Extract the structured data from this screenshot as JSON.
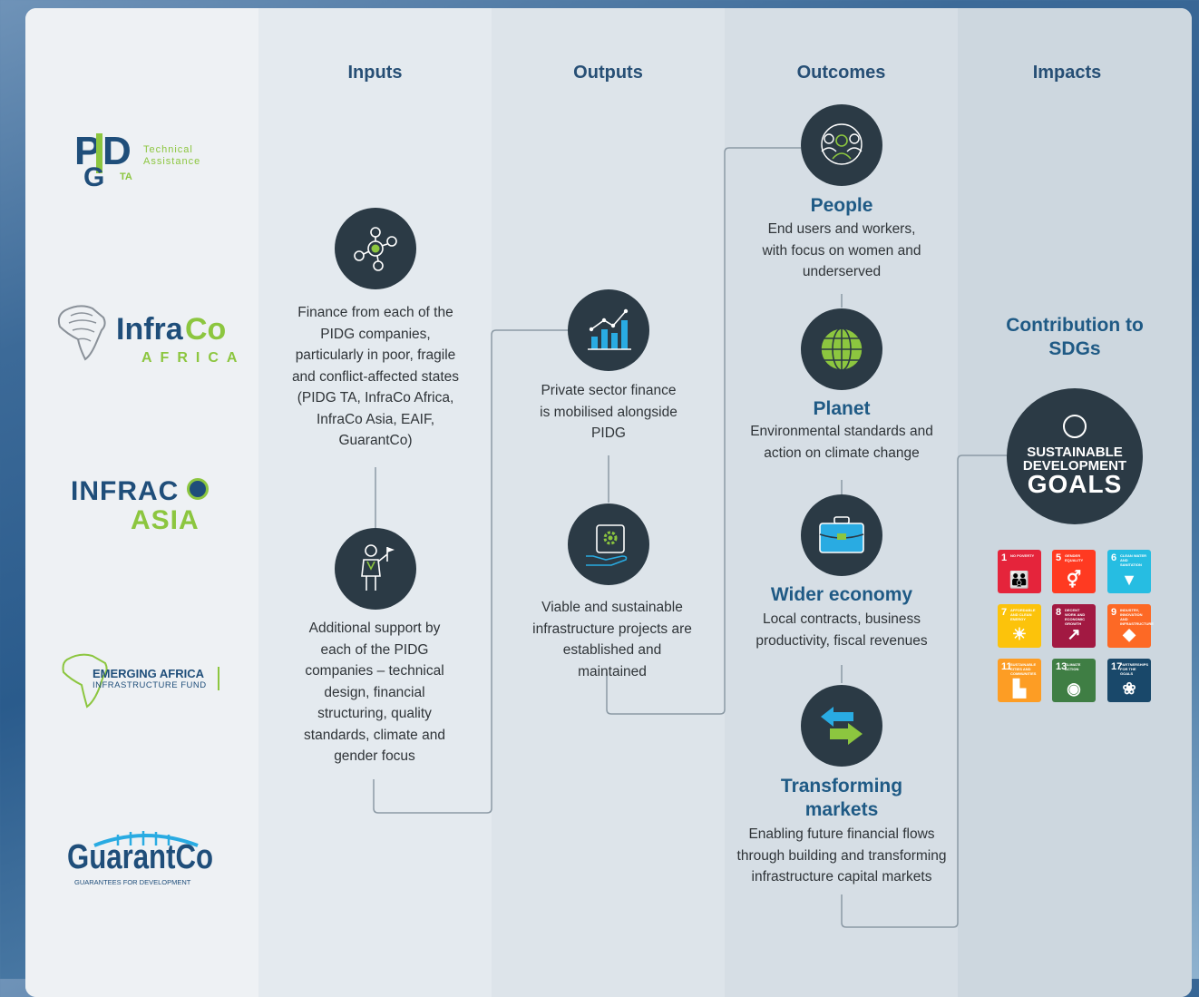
{
  "headers": {
    "inputs": "Inputs",
    "outputs": "Outputs",
    "outcomes": "Outcomes",
    "impacts": "Impacts"
  },
  "logos": {
    "pidg_ta": {
      "mark": "PIDG",
      "sub": "TA",
      "text1": "Technical",
      "text2": "Assistance"
    },
    "infraco_africa": {
      "name_a": "Infra",
      "name_b": "Co",
      "sub": "AFRICA"
    },
    "infraco_asia": {
      "name": "INFRAC",
      "sub": "ASIA"
    },
    "eaif": {
      "line1": "EMERGING AFRICA",
      "line2": "INFRASTRUCTURE FUND"
    },
    "guarantco": {
      "name": "GuarantCo",
      "sub": "GUARANTEES FOR DEVELOPMENT"
    }
  },
  "inputs": {
    "finance": "Finance from each of the PIDG companies, particularly in poor, fragile and conflict-affected states (PIDG TA, InfraCo Africa, InfraCo Asia, EAIF, GuarantCo)",
    "support": "Additional support by each of the PIDG companies – technical design, financial structuring, quality standards, climate and gender focus"
  },
  "outputs": {
    "private_finance": "Private sector finance is mobilised alongside PIDG",
    "projects": "Viable and sustainable infrastructure projects are established and maintained"
  },
  "outcomes": {
    "people": {
      "title": "People",
      "text": "End users and workers, with focus on women and underserved"
    },
    "planet": {
      "title": "Planet",
      "text": "Environmental standards and action on climate change"
    },
    "economy": {
      "title": "Wider economy",
      "text": "Local contracts, business productivity, fiscal revenues"
    },
    "markets": {
      "title": "Transforming markets",
      "text": "Enabling future financial flows through building and transforming infrastructure capital markets"
    }
  },
  "impacts": {
    "title": "Contribution to SDGs",
    "sdg_logo": {
      "line1": "SUSTAINABLE",
      "line2": "DEVELOPMENT",
      "line3": "GOALS"
    },
    "goals": [
      {
        "num": "1",
        "label": "NO POVERTY",
        "color": "#e5243b",
        "icon": "family-icon"
      },
      {
        "num": "5",
        "label": "GENDER EQUALITY",
        "color": "#ff3a21",
        "icon": "gender-icon"
      },
      {
        "num": "6",
        "label": "CLEAN WATER AND SANITATION",
        "color": "#26bde2",
        "icon": "water-icon"
      },
      {
        "num": "7",
        "label": "AFFORDABLE AND CLEAN ENERGY",
        "color": "#fcc30b",
        "icon": "sun-icon"
      },
      {
        "num": "8",
        "label": "DECENT WORK AND ECONOMIC GROWTH",
        "color": "#a21942",
        "icon": "growth-icon"
      },
      {
        "num": "9",
        "label": "INDUSTRY, INNOVATION AND INFRASTRUCTURE",
        "color": "#fd6925",
        "icon": "cubes-icon"
      },
      {
        "num": "11",
        "label": "SUSTAINABLE CITIES AND COMMUNITIES",
        "color": "#fd9d24",
        "icon": "city-icon"
      },
      {
        "num": "13",
        "label": "CLIMATE ACTION",
        "color": "#3f7e44",
        "icon": "eye-globe-icon"
      },
      {
        "num": "17",
        "label": "PARTNERSHIPS FOR THE GOALS",
        "color": "#19486a",
        "icon": "flower-icon"
      }
    ]
  }
}
